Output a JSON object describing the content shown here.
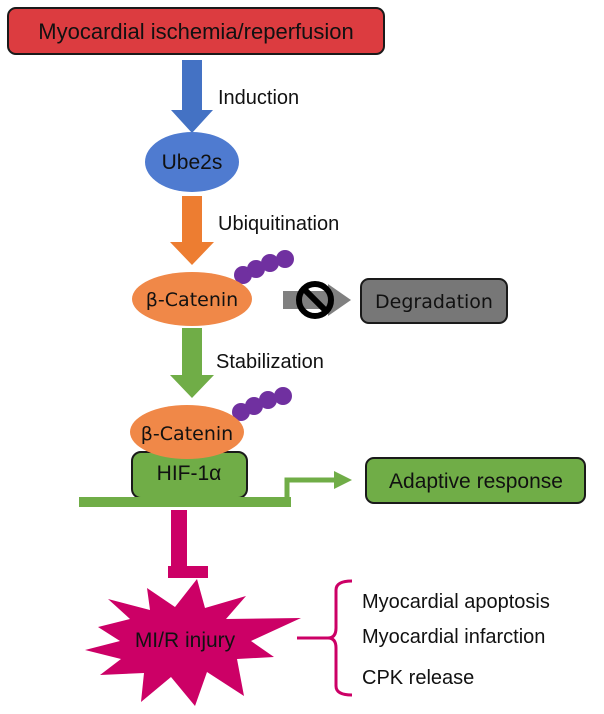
{
  "diagram": {
    "title_box": {
      "label": "Myocardial ischemia/reperfusion",
      "color": "#dc3c40"
    },
    "steps": [
      {
        "label": "Induction",
        "arrow_color": "#4472c4"
      },
      {
        "label": "Ubiquitination",
        "arrow_color": "#ed7d31"
      },
      {
        "label": "Stabilization",
        "arrow_color": "#70ad47"
      }
    ],
    "nodes": {
      "ube2s": {
        "label": "Ube2s",
        "color": "#4f7bd0"
      },
      "beta_catenin_1": {
        "label": "β-Catenin",
        "color": "#f08848"
      },
      "beta_catenin_2": {
        "label": "β-Catenin",
        "color": "#f08848"
      },
      "hif1a": {
        "label": "HIF-1α",
        "color": "#70ad47"
      },
      "degradation": {
        "label": "Degradation",
        "color": "#777777"
      },
      "adaptive_response": {
        "label": "Adaptive response",
        "color": "#70ad47"
      },
      "mir_injury": {
        "label": "MI/R injury",
        "color": "#cc0066"
      }
    },
    "ubiquitin_color": "#7030a0",
    "blocked_symbol": "prohibition-sign",
    "outcomes": [
      "Myocardial apoptosis",
      "Myocardial infarction",
      "CPK release"
    ]
  }
}
